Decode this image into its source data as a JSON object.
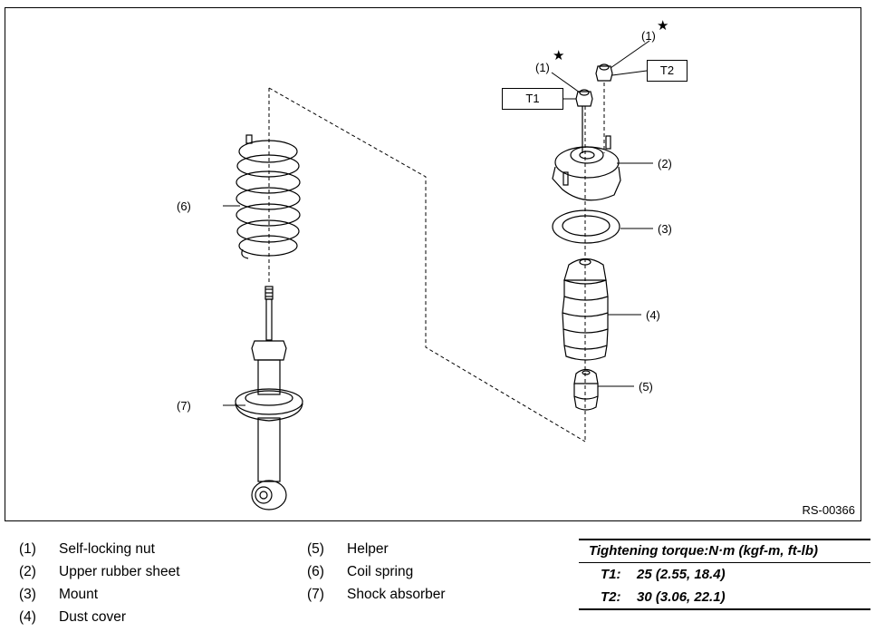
{
  "figure": {
    "id": "RS-00366",
    "callouts": {
      "c1a": "(1)",
      "c1b": "(1)",
      "c2": "(2)",
      "c3": "(3)",
      "c4": "(4)",
      "c5": "(5)",
      "c6": "(6)",
      "c7": "(7)"
    },
    "star_symbol": "★",
    "torque_boxes": {
      "t1": "T1",
      "t2": "T2"
    }
  },
  "legend": {
    "col1": [
      {
        "num": "(1)",
        "name": "Self-locking nut"
      },
      {
        "num": "(2)",
        "name": "Upper rubber sheet"
      },
      {
        "num": "(3)",
        "name": "Mount"
      },
      {
        "num": "(4)",
        "name": "Dust cover"
      }
    ],
    "col2": [
      {
        "num": "(5)",
        "name": "Helper"
      },
      {
        "num": "(6)",
        "name": "Coil spring"
      },
      {
        "num": "(7)",
        "name": "Shock absorber"
      }
    ]
  },
  "torque": {
    "heading": "Tightening torque:N·m (kgf-m, ft-lb)",
    "rows": [
      {
        "key": "T1:",
        "value": "25 (2.55, 18.4)"
      },
      {
        "key": "T2:",
        "value": "30 (3.06, 22.1)"
      }
    ]
  }
}
